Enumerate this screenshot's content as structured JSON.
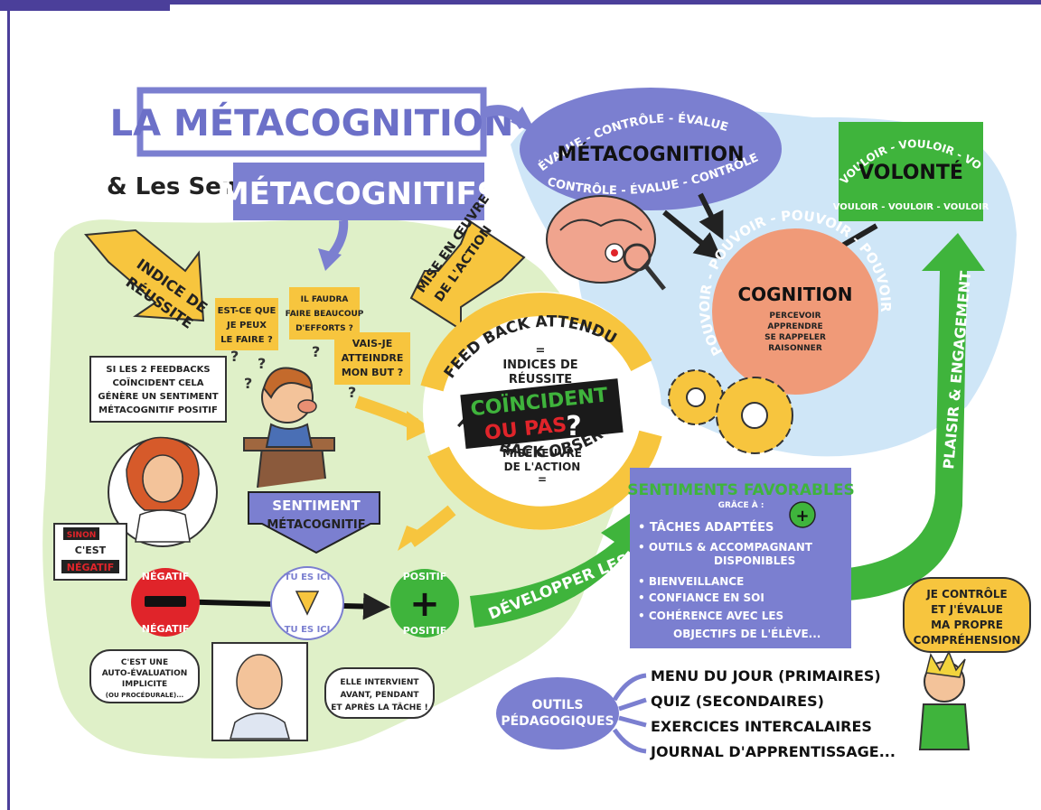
{
  "title": {
    "main": "LA MÉTACOGNITION",
    "sub_prefix": "& Les Sentiments",
    "sub_box": "MÉTACOGNITIFS"
  },
  "arrows": {
    "indice": [
      "INDICE DE",
      "RÉUSSITE"
    ],
    "mise": [
      "MISE EN ŒUVRE",
      "DE L'ACTION"
    ],
    "sentiment": [
      "SENTIMENT",
      "MÉTACOGNITIF"
    ]
  },
  "bubbles": {
    "q1": [
      "EST-CE QUE",
      "JE PEUX",
      "LE FAIRE ?"
    ],
    "q2": [
      "IL FAUDRA",
      "FAIRE BEAUCOUP",
      "D'EFFORTS ?"
    ],
    "q3": [
      "VAIS-JE",
      "ATTEINDRE",
      "MON BUT ?"
    ],
    "feedback_note": [
      "SI LES 2 FEEDBACKS",
      "COÏNCIDENT CELA",
      "GÉNÈRE UN SENTIMENT",
      "MÉTACOGNITIF POSITIF"
    ],
    "sinon": [
      "SINON",
      "C'EST",
      "NÉGATIF"
    ],
    "implicite": [
      "C'EST UNE",
      "AUTO-ÉVALUATION",
      "IMPLICITE",
      "(OU PROCÉDURALE)..."
    ],
    "intervient": [
      "ELLE INTERVIENT",
      "AVANT, PENDANT",
      "ET APRÈS LA TÂCHE !"
    ],
    "controle": [
      "JE CONTRÔLE",
      "ET J'ÉVALUE",
      "MA PROPRE",
      "COMPRÉHENSION"
    ]
  },
  "cycle": {
    "top_arc": "FEED BACK ATTENDU",
    "bottom_arc": "FEED BACK OBSERVÉ",
    "indices": [
      "=",
      "INDICES DE",
      "RÉUSSITE"
    ],
    "coincident": "COÏNCIDENT",
    "ou_pas": "OU PAS",
    "qmark": "?",
    "mise": [
      "MISE ŒUVRE",
      "DE L'ACTION",
      "="
    ]
  },
  "scale": {
    "negatif": "NÉGATIF",
    "tu_es_ici": "TU ES ICI",
    "positif": "POSITIF",
    "developper": "DÉVELOPPER LES"
  },
  "metacognition": {
    "label": "MÉTACOGNITION",
    "ring_top": "ÉVALUE - CONTRÔLE - ÉVALUE",
    "ring_bottom": "CONTRÔLE - ÉVALUE - CONTRÔLE"
  },
  "volonte": {
    "label": "VOLONTÉ",
    "ring": "VOULOIR - VOULOIR - VOULOIR"
  },
  "cognition": {
    "label": "COGNITION",
    "items": [
      "PERCEVOIR",
      "APPRENDRE",
      "SE RAPPELER",
      "RAISONNER"
    ],
    "ring": "POUVOIR - POUVOIR - POUVOIR - POUVOIR"
  },
  "plaisir": "PLAISIR & ENGAGEMENT",
  "sentiments": {
    "title": "SENTIMENTS FAVORABLES",
    "grace": "GRÂCE À :",
    "items": [
      "• TÂCHES ADAPTÉES",
      "• OUTILS & ACCOMPAGNANT",
      "DISPONIBLES",
      "• BIENVEILLANCE",
      "• CONFIANCE EN SOI",
      "• COHÉRENCE AVEC LES",
      "OBJECTIFS DE L'ÉLÈVE..."
    ]
  },
  "outils": {
    "label": [
      "OUTILS",
      "PÉDAGOGIQUES"
    ],
    "items": [
      "MENU DU JOUR (PRIMAIRES)",
      "QUIZ (SECONDAIRES)",
      "EXERCICES INTERCALAIRES",
      "JOURNAL D'APPRENTISSAGE..."
    ]
  },
  "colors": {
    "frame": "#4b3f9a",
    "purple": "#7b7fd0",
    "green_bg": "#dff0c8",
    "blue_bg": "#cfe6f7",
    "yellow": "#f7c53e",
    "green": "#3fb43c",
    "red": "#e0242a",
    "salmon": "#f09a78"
  }
}
